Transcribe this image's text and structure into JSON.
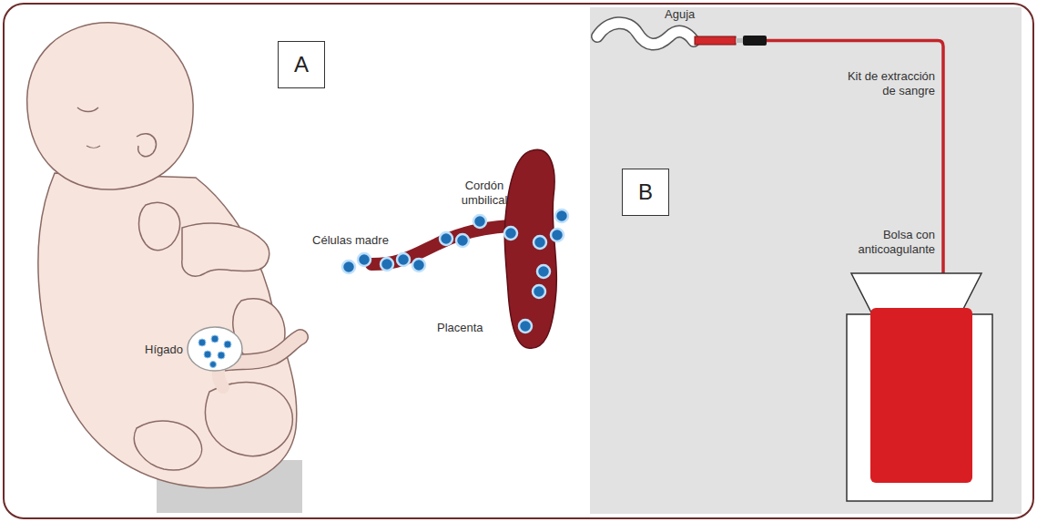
{
  "diagram": {
    "nodes": [
      {
        "text": [
          "A"
        ]
      },
      {
        "text": [
          "B"
        ]
      }
    ],
    "labels": [
      "Células madre",
      "Cordón umbilical",
      "Hígado",
      "Placenta",
      "Aguja",
      "Kit de extracción de sangre",
      "Bolsa con anticoagulante"
    ]
  }
}
